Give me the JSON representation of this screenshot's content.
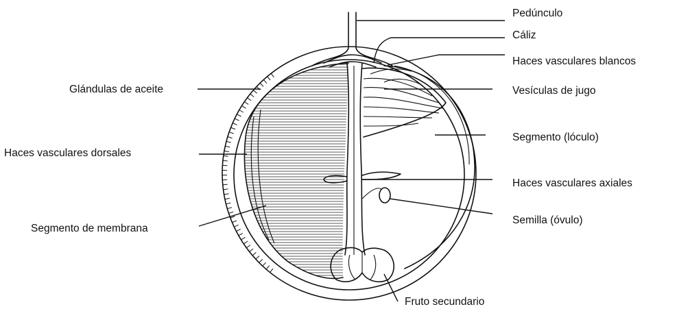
{
  "labels": {
    "peduncle": "Pedúnculo",
    "calyx": "Cáliz",
    "white_vascular": "Haces vasculares blancos",
    "juice_vesicles": "Vesículas de jugo",
    "segment": "Segmento (lóculo)",
    "axial_vascular": "Haces vasculares axiales",
    "seed": "Semilla (óvulo)",
    "secondary_fruit": "Fruto secundario",
    "oil_glands": "Glándulas de aceite",
    "dorsal_vascular": "Haces vasculares dorsales",
    "membrane_segment": "Segmento de membrana"
  }
}
